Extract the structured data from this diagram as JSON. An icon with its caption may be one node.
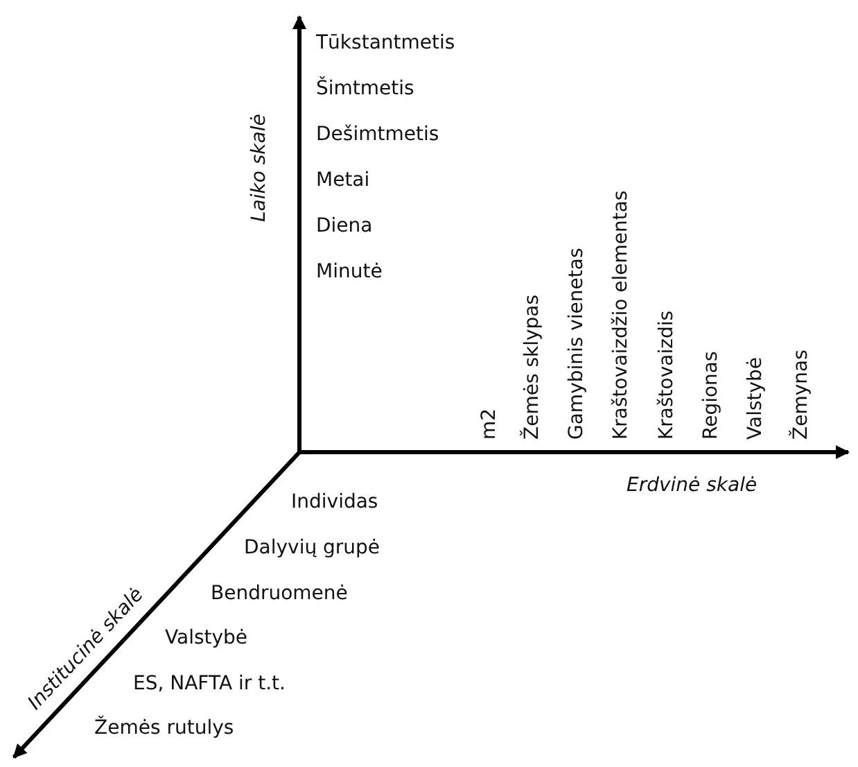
{
  "diagram": {
    "labels": [
      "Tūkstantmetis",
      "Šimtmetis",
      "Dešimtmetis",
      "Metai",
      "Diena",
      "Minutė",
      "Laiko skalė",
      "m2",
      "Žemės sklypas",
      "Gamybinis vienetas",
      "Kraštovaizdžio elementas",
      "Kraštovaizdis",
      "Regionas",
      "Valstybė",
      "Žemynas",
      "Erdvinė skalė",
      "Individas",
      "Dalyvių grupė",
      "Bendruomenė",
      "Valstybė",
      "ES, NAFTA ir t.t.",
      "Žemės rutulys",
      "Institucinė skalė"
    ]
  }
}
